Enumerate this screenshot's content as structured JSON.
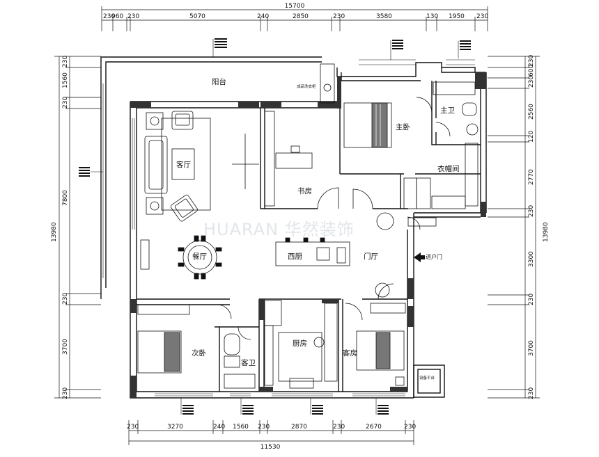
{
  "dimensions": {
    "top_total": "15700",
    "top_segments": [
      "230",
      "960",
      "230",
      "5070",
      "240",
      "2850",
      "230",
      "3580",
      "130",
      "1950",
      "230"
    ],
    "bottom_total": "11530",
    "bottom_segments": [
      "230",
      "3270",
      "240",
      "1560",
      "230",
      "2870",
      "230",
      "2670",
      "230"
    ],
    "left_total": "13980",
    "left_segments": [
      "230",
      "1560",
      "230",
      "7800",
      "230",
      "3700",
      "230"
    ],
    "right_total": "13980",
    "right_segments": [
      "230",
      "600",
      "230",
      "2560",
      "120",
      "2770",
      "230",
      "3300",
      "230",
      "3700",
      "230"
    ]
  },
  "rooms": {
    "balcony": "阳台",
    "living_room": "客厅",
    "dining_room": "餐厅",
    "study": "书房",
    "western_kitchen": "西厨",
    "foyer": "门厅",
    "master_bedroom": "主卧",
    "master_bath": "主卫",
    "walk_in_closet": "衣帽间",
    "second_bedroom": "次卧",
    "guest_bath": "客卫",
    "kitchen": "厨房",
    "guest_room": "客房"
  },
  "labels": {
    "entrance": "进户门",
    "laundry": "成品洗衣柜",
    "equipment_platform": "设备平台"
  },
  "watermark": "HUARAN 华然装饰"
}
